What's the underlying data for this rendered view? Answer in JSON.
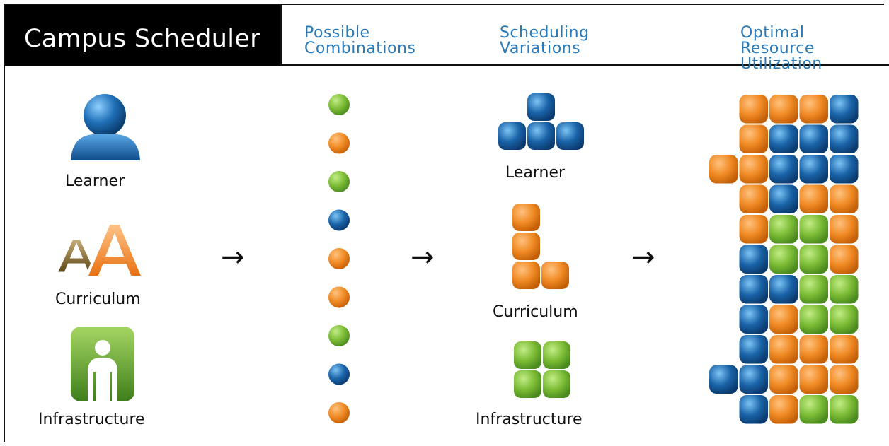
{
  "title": "Campus Scheduler",
  "columns": {
    "possible": [
      "Possible",
      "Combinations"
    ],
    "variations": [
      "Scheduling",
      "Variations"
    ],
    "optimal": [
      "Optimal",
      "Resource",
      "Utilization"
    ]
  },
  "inputs": {
    "learner": "Learner",
    "curriculum": "Curriculum",
    "infrastructure": "Infrastructure"
  },
  "variations": {
    "learner": "Learner",
    "curriculum": "Curriculum",
    "infrastructure": "Infrastructure"
  },
  "arrow_glyph": "→",
  "colors": {
    "blue": "#1a63a8",
    "orange": "#f08a24",
    "green": "#7cbc35",
    "heading": "#2a7ab8"
  },
  "combination_sequence": [
    "green",
    "orange",
    "green",
    "blue",
    "orange",
    "orange",
    "green",
    "blue",
    "orange"
  ],
  "utilization_rows": [
    [
      null,
      "orange",
      "orange",
      "orange",
      "blue"
    ],
    [
      null,
      "orange",
      "blue",
      "blue",
      "blue"
    ],
    [
      "orange",
      "orange",
      "blue",
      "blue",
      "blue"
    ],
    [
      null,
      "orange",
      "blue",
      "orange",
      "orange"
    ],
    [
      null,
      "orange",
      "green",
      "green",
      "orange"
    ],
    [
      null,
      "blue",
      "green",
      "green",
      "orange"
    ],
    [
      null,
      "blue",
      "blue",
      "green",
      "green"
    ],
    [
      null,
      "blue",
      "orange",
      "green",
      "green"
    ],
    [
      null,
      "blue",
      "orange",
      "orange",
      "orange"
    ],
    [
      "blue",
      "blue",
      "orange",
      "orange",
      "orange"
    ],
    [
      null,
      "blue",
      "orange",
      "green",
      "green"
    ]
  ]
}
